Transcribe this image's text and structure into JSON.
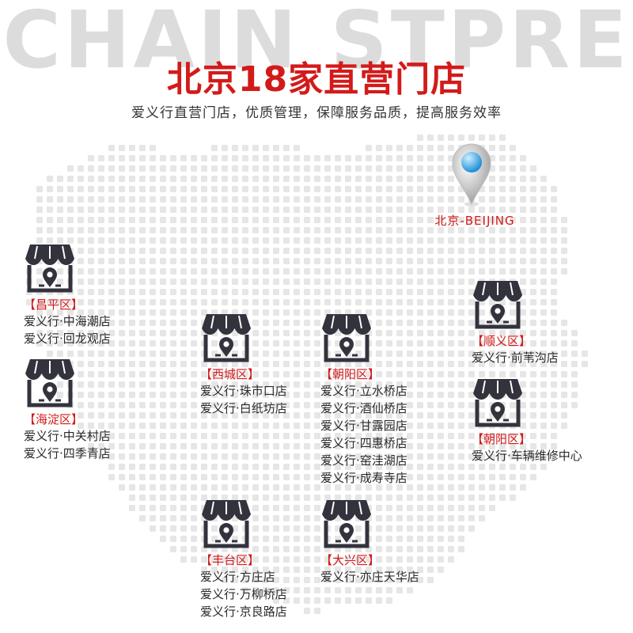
{
  "background_text": "CHAIN STPRE",
  "title": "北京18家直营门店",
  "subtitle": "爱义行直营门店，优质管理，保障服务品质，提高服务效率",
  "pin_label": "北京-BEIJING",
  "colors": {
    "accent": "#d31a1a",
    "icon": "#33333d",
    "pin": "#3aa8e6",
    "dots": "#e6e6e6"
  },
  "districts": [
    {
      "name": "【昌平区】",
      "stores": [
        "爱义行·中海潮店",
        "爱义行·回龙观店"
      ]
    },
    {
      "name": "【海淀区】",
      "stores": [
        "爱义行·中关村店",
        "爱义行·四季青店"
      ]
    },
    {
      "name": "【西城区】",
      "stores": [
        "爱义行·珠市口店",
        "爱义行·白纸坊店"
      ]
    },
    {
      "name": "【朝阳区】",
      "stores": [
        "爱义行·立水桥店",
        "爱义行·酒仙桥店",
        "爱义行·甘露园店",
        "爱义行·四惠桥店",
        "爱义行·窑洼湖店",
        "爱义行·成寿寺店"
      ]
    },
    {
      "name": "【顺义区】",
      "stores": [
        "爱义行·前苇沟店"
      ]
    },
    {
      "name": "【朝阳区】",
      "stores": [
        "爱义行·车辆维修中心"
      ]
    },
    {
      "name": "【丰台区】",
      "stores": [
        "爱义行·方庄店",
        "爱义行·万柳桥店",
        "爱义行·京良路店"
      ]
    },
    {
      "name": "【大兴区】",
      "stores": [
        "爱义行·亦庄天华店"
      ]
    }
  ]
}
